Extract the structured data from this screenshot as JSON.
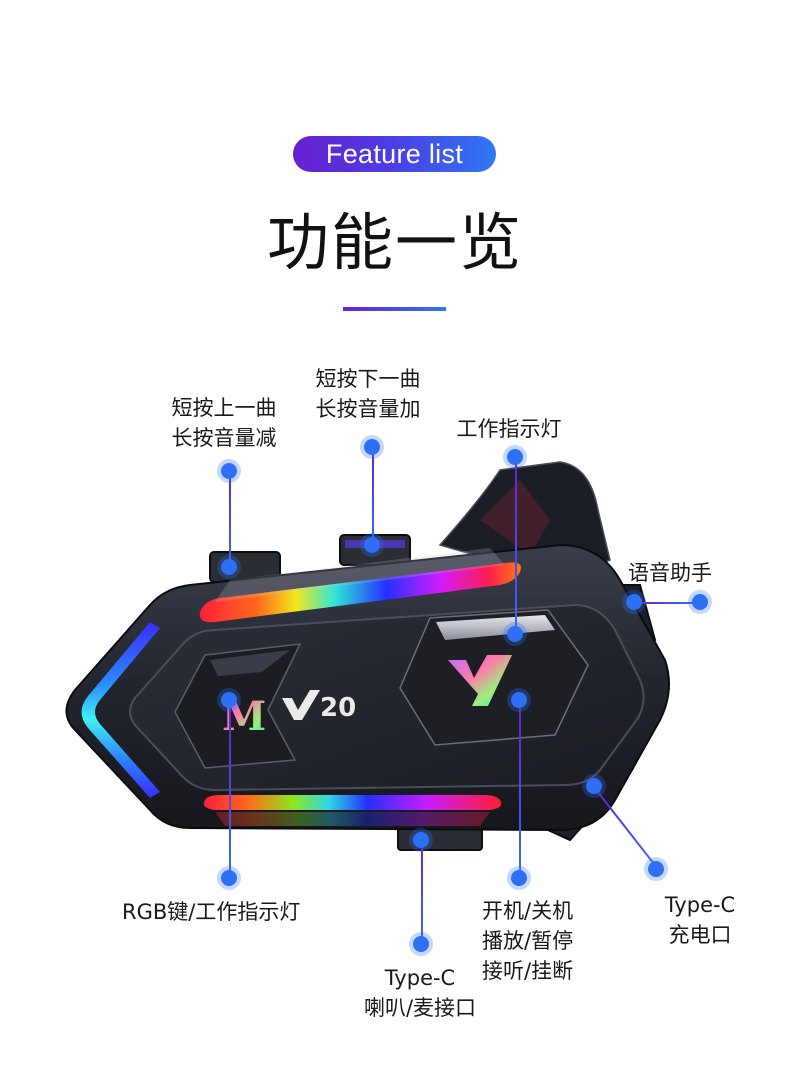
{
  "header": {
    "badge": "Feature list",
    "title": "功能一览"
  },
  "product": {
    "model_mark": "20",
    "logo_left": "M",
    "colors": {
      "accent_purple": "#6a1fd0",
      "accent_blue": "#2f78f5",
      "body": "#2a2d36"
    }
  },
  "callouts": [
    {
      "id": "prev-track",
      "lines": [
        "短按上一曲",
        "长按音量减"
      ]
    },
    {
      "id": "next-track",
      "lines": [
        "短按下一曲",
        "长按音量加"
      ]
    },
    {
      "id": "work-indicator",
      "lines": [
        "工作指示灯"
      ]
    },
    {
      "id": "voice-assistant",
      "lines": [
        "语音助手"
      ]
    },
    {
      "id": "rgb-key",
      "lines": [
        "RGB键/工作指示灯"
      ]
    },
    {
      "id": "speaker-mic-port",
      "lines": [
        "Type-C",
        "喇叭/麦接口"
      ]
    },
    {
      "id": "power-play-call",
      "lines": [
        "开机/关机",
        "播放/暂停",
        "接听/挂断"
      ]
    },
    {
      "id": "charge-port",
      "lines": [
        "Type-C",
        "充电口"
      ]
    }
  ]
}
